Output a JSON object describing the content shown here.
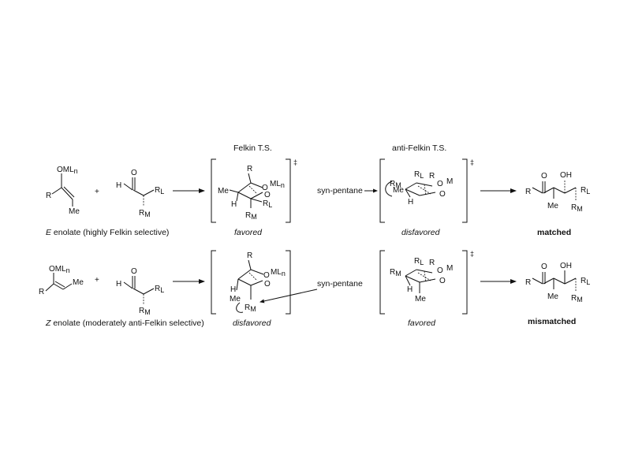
{
  "row1": {
    "enolate": {
      "oml": "OML",
      "sub_n": "n",
      "r": "R",
      "me": "Me"
    },
    "plus": "+",
    "aldehyde": {
      "o": "O",
      "h": "H",
      "rl": "R",
      "sub_l": "L",
      "rm": "R",
      "sub_m": "M"
    },
    "ts_title": "Felkin T.S.",
    "ts1": {
      "r_top": "R",
      "me": "Me",
      "o": "O",
      "ml": "ML",
      "sub_n": "n",
      "h": "H",
      "o2": "O",
      "rl": "R",
      "sub_l": "L",
      "rm": "R",
      "sub_m": "M"
    },
    "dagger": "‡",
    "syn_pentane": "syn-pentane",
    "anti_title": "anti-Felkin T.S.",
    "ts2": {
      "rm": "R",
      "sub_m": "M",
      "me": "Me",
      "rl": "R",
      "sub_l": "L",
      "r": "R",
      "o": "O",
      "m": "M",
      "o2": "O",
      "h": "H"
    },
    "product": {
      "o": "O",
      "oh": "OH",
      "r": "R",
      "rl": "R",
      "sub_l": "L",
      "me": "Me",
      "rm": "R",
      "sub_m": "M"
    },
    "caption_e": "E",
    "caption_rest": " enolate (highly Felkin selective)",
    "favored": "favored",
    "disfavored": "disfavored",
    "result": "matched"
  },
  "row2": {
    "enolate": {
      "oml": "OML",
      "sub_n": "n",
      "r": "R",
      "me": "Me"
    },
    "plus": "+",
    "aldehyde": {
      "o": "O",
      "h": "H",
      "rl": "R",
      "sub_l": "L",
      "rm": "R",
      "sub_m": "M"
    },
    "ts1": {
      "r_top": "R",
      "ml": "ML",
      "sub_n": "n",
      "o": "O",
      "o2": "O",
      "h": "H",
      "me": "Me",
      "rm": "R",
      "sub_m": "M"
    },
    "dagger": "‡",
    "syn_pentane": "syn-pentane",
    "ts2": {
      "rm": "R",
      "sub_m": "M",
      "rl": "R",
      "sub_l": "L",
      "r": "R",
      "o": "O",
      "m": "M",
      "o2": "O",
      "h": "H",
      "me": "Me"
    },
    "product": {
      "o": "O",
      "oh": "OH",
      "r": "R",
      "rl": "R",
      "sub_l": "L",
      "me": "Me",
      "rm": "R",
      "sub_m": "M"
    },
    "caption_z": "Z",
    "caption_rest": " enolate (moderately anti-Felkin selective)",
    "disfavored": "disfavored",
    "favored": "favored",
    "result": "mismatched"
  }
}
